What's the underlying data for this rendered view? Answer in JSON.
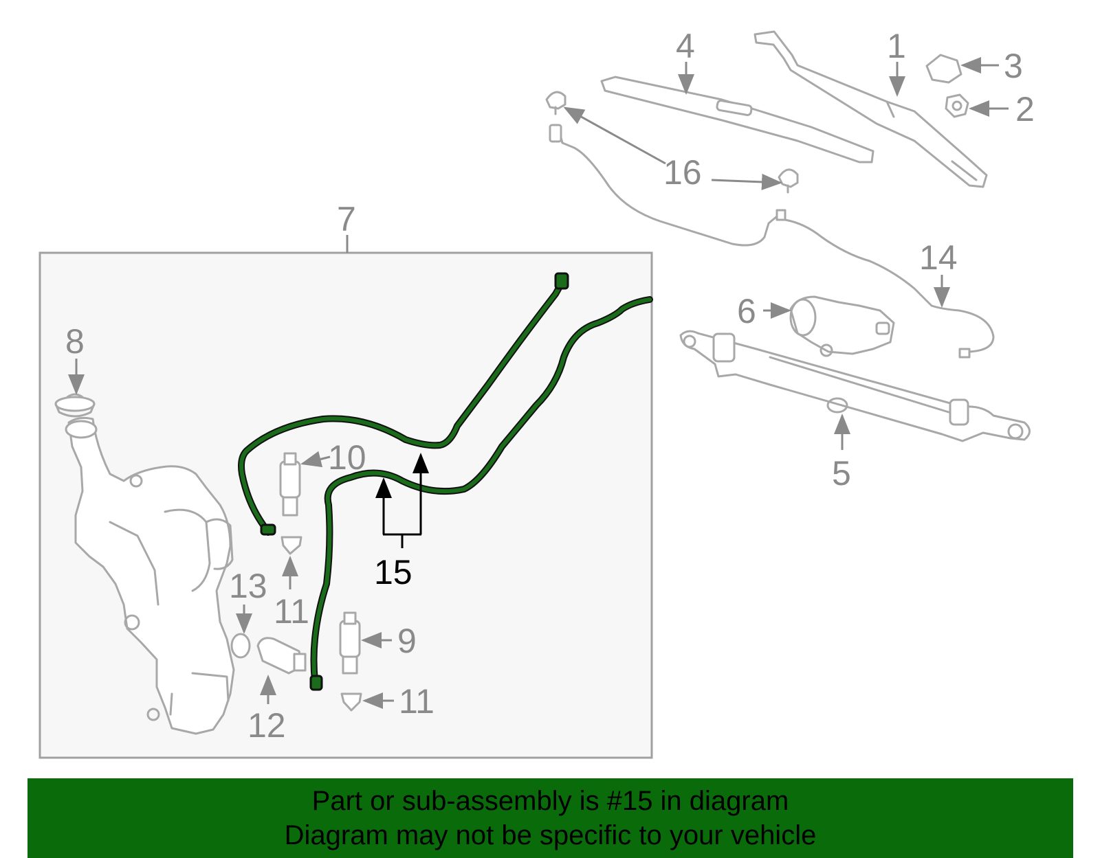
{
  "callouts": {
    "c1": "1",
    "c2": "2",
    "c3": "3",
    "c4": "4",
    "c5": "5",
    "c6": "6",
    "c7": "7",
    "c8": "8",
    "c9": "9",
    "c10": "10",
    "c11a": "11",
    "c11b": "11",
    "c12": "12",
    "c13": "13",
    "c14": "14",
    "c15": "15",
    "c16": "16"
  },
  "footer": {
    "line1": "Part or sub-assembly is #15 in diagram",
    "line2": "Diagram may not be specific to your vehicle"
  },
  "colors": {
    "highlight": "#1a6b1a",
    "footer_bg": "#0a6b0a",
    "part_outline": "#a8a8a8",
    "callout_text": "#8a8a8a"
  }
}
